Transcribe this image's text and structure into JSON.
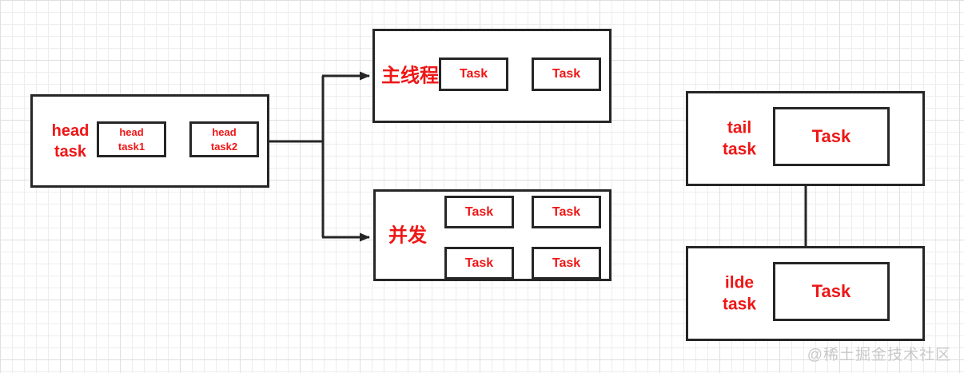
{
  "colors": {
    "accent_red": "#ee1616",
    "line": "#262626",
    "grid": "#ededed",
    "watermark_gray": "#c8c8c8"
  },
  "head_group": {
    "label": [
      "head",
      "task"
    ],
    "task1": [
      "head",
      "task1"
    ],
    "task2": [
      "head",
      "task2"
    ]
  },
  "main_thread": {
    "label": "主线程",
    "tasks": [
      "Task",
      "Task"
    ]
  },
  "concurrent": {
    "label": "并发",
    "tasks": [
      "Task",
      "Task",
      "Task",
      "Task"
    ]
  },
  "tail_task": {
    "label": [
      "tail",
      "task"
    ],
    "task": "Task"
  },
  "idle_task": {
    "label": [
      "ilde",
      "task"
    ],
    "task": "Task"
  },
  "watermark": "@稀土掘金技术社区"
}
